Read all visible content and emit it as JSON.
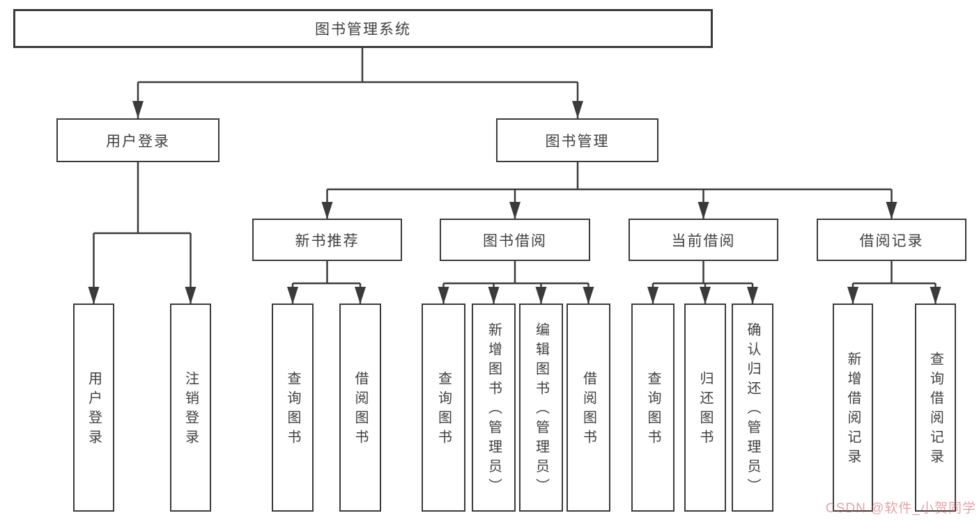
{
  "diagram": {
    "tree": {
      "label": "图书管理系统",
      "children": [
        {
          "label": "用户登录",
          "children": [
            {
              "label": "用户登录"
            },
            {
              "label": "注销登录"
            }
          ]
        },
        {
          "label": "图书管理",
          "children": [
            {
              "label": "新书推荐",
              "children": [
                {
                  "label": "查询图书"
                },
                {
                  "label": "借阅图书"
                }
              ]
            },
            {
              "label": "图书借阅",
              "children": [
                {
                  "label": "查询图书"
                },
                {
                  "label": "新增图书（管理员）"
                },
                {
                  "label": "编辑图书（管理员）"
                },
                {
                  "label": "借阅图书"
                }
              ]
            },
            {
              "label": "当前借阅",
              "children": [
                {
                  "label": "查询图书"
                },
                {
                  "label": "归还图书"
                },
                {
                  "label": "确认归还（管理员）"
                }
              ]
            },
            {
              "label": "借阅记录",
              "children": [
                {
                  "label": "新增借阅记录"
                },
                {
                  "label": "查询借阅记录"
                }
              ]
            }
          ]
        }
      ]
    },
    "watermark": {
      "text": "CSDN @软件_小贺同学"
    },
    "colors": {
      "line": "#3a3a3a",
      "text": "#3f3f3f",
      "watermark_red": "#cd555f",
      "background": "#ffffff"
    }
  }
}
